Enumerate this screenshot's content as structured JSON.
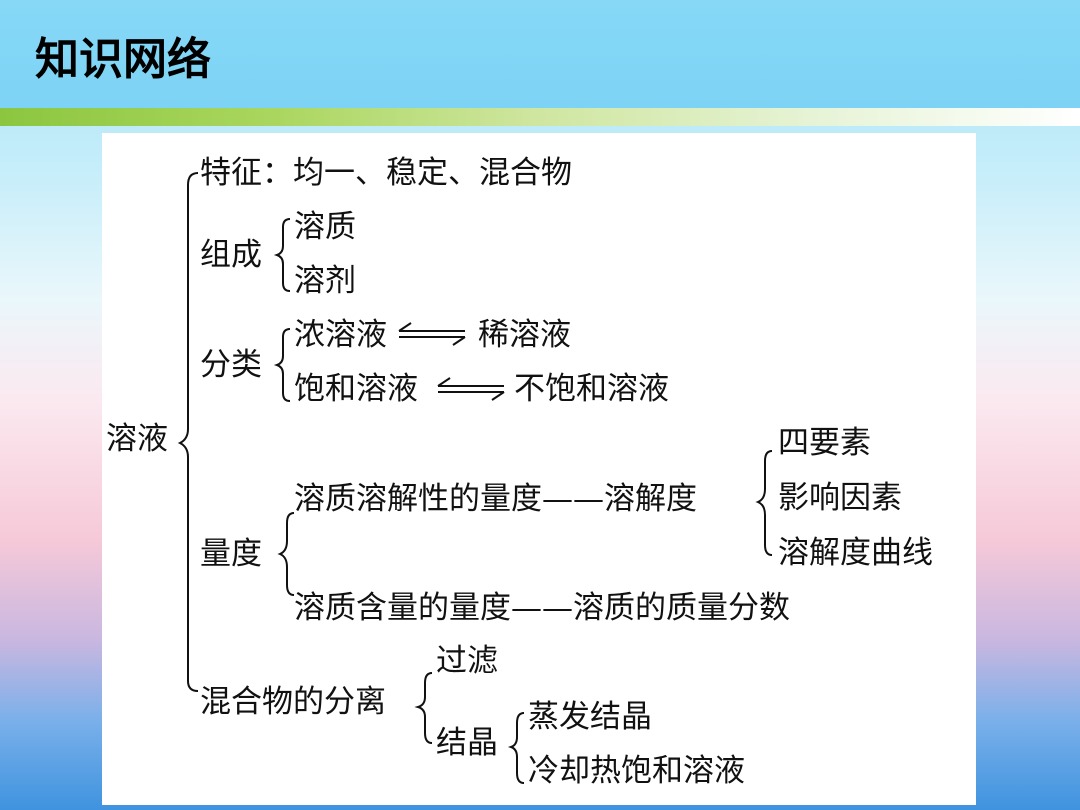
{
  "header": {
    "title": "知识网络"
  },
  "map": {
    "root": "溶液",
    "feature": "特征：均一、稳定、混合物",
    "composition": {
      "label": "组成",
      "items": [
        "溶质",
        "溶剂"
      ]
    },
    "classification": {
      "label": "分类",
      "row1": {
        "left": "浓溶液",
        "right": "稀溶液"
      },
      "row2": {
        "left": "饱和溶液",
        "right": "不饱和溶液"
      }
    },
    "measure": {
      "label": "量度",
      "solubility_line": "溶质溶解性的量度——溶解度",
      "solubility_items": [
        "四要素",
        "影响因素",
        "溶解度曲线"
      ],
      "content_line": "溶质含量的量度——溶质的质量分数"
    },
    "separation": {
      "label": "混合物的分离",
      "filter": "过滤",
      "crystal": {
        "label": "结晶",
        "items": [
          "蒸发结晶",
          "冷却热饱和溶液"
        ]
      }
    }
  }
}
